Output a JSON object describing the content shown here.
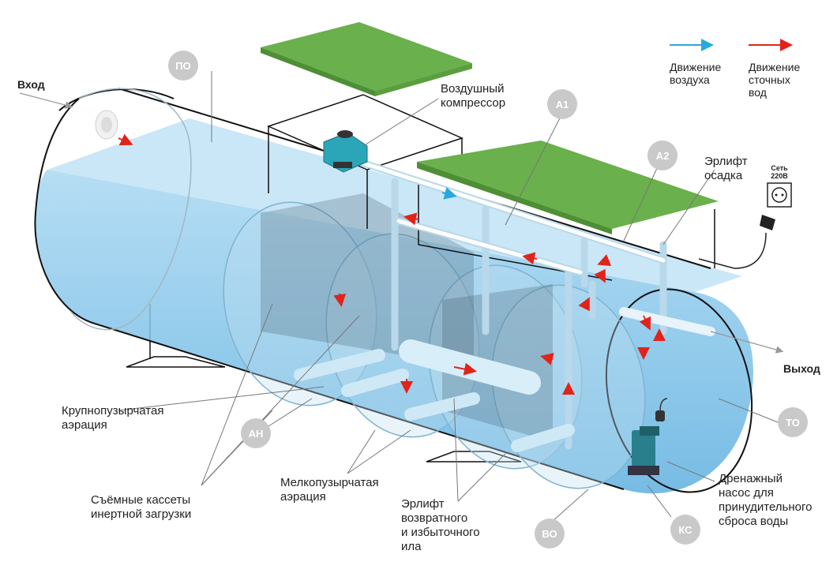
{
  "labels": {
    "inlet": "Вход",
    "outlet": "Выход",
    "compressor": "Воздушный\nкомпрессор",
    "sludge_airlift": "Эрлифт\nосадка",
    "coarse_aeration": "Крупнопузырчатая\nаэрация",
    "cassettes": "Съёмные кассеты\nинертной загрузки",
    "fine_aeration": "Мелкопузырчатая\nаэрация",
    "return_airlift": "Эрлифт\nвозвратного\nи избыточного\nила",
    "drain_pump": "Дренажный\nнасос для\nпринудительного\nсброса воды",
    "socket": "Сеть\n220В"
  },
  "legend": {
    "air": "Движение\nвоздуха",
    "water": "Движение\nсточных\nвод",
    "air_color": "#29a8e0",
    "water_color": "#e2231a"
  },
  "badges": {
    "po": "ПО",
    "a1": "А1",
    "a2": "А2",
    "an": "АН",
    "vo": "ВО",
    "ks": "КС",
    "to": "ТО"
  },
  "colors": {
    "lid": "#6ab04c",
    "water": "#7cc3ea",
    "water_light": "#c4e4f6",
    "pipe": "#e8f4fb",
    "badge": "#c9c9c9"
  }
}
